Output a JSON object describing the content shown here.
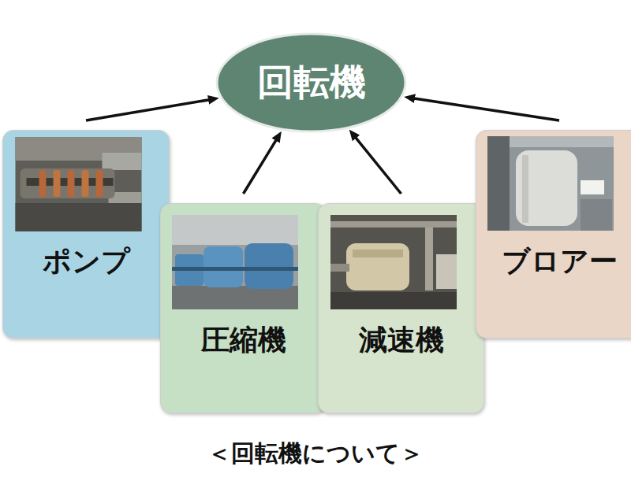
{
  "diagram": {
    "caption": "＜回転機について＞",
    "nodes": [
      {
        "text": [
          "回転機"
        ]
      },
      {
        "text": [
          "ポンプ"
        ]
      },
      {
        "text": [
          "圧縮機"
        ]
      },
      {
        "text": [
          "減速機"
        ]
      },
      {
        "text": [
          "ブロアー"
        ]
      }
    ],
    "edges": [
      {
        "from": 1,
        "to": 0,
        "arrow": "to"
      },
      {
        "from": 2,
        "to": 0,
        "arrow": "to"
      },
      {
        "from": 3,
        "to": 0,
        "arrow": "to"
      },
      {
        "from": 4,
        "to": 0,
        "arrow": "to"
      }
    ]
  }
}
